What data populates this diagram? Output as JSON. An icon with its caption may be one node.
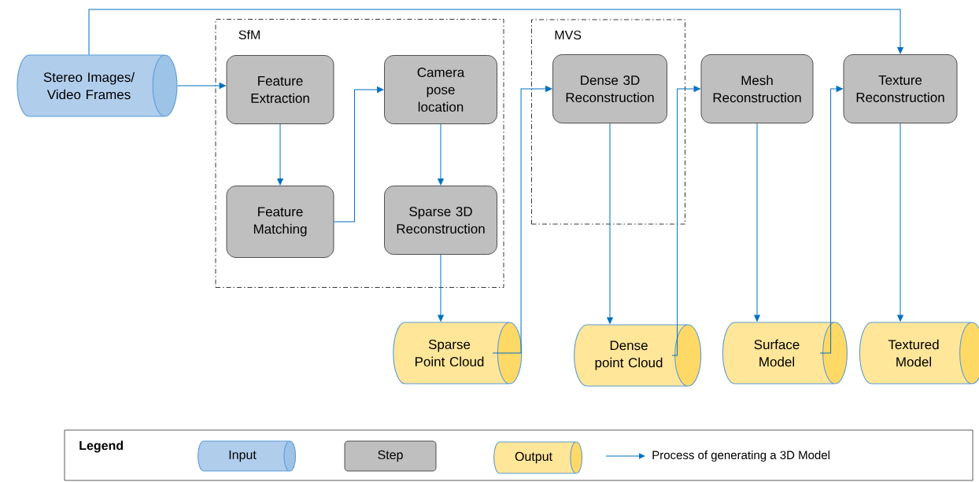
{
  "diagram": {
    "nodes": [
      {
        "text": [
          "Stereo Images/ Video Frames"
        ]
      },
      {
        "text": [
          "SfM"
        ]
      },
      {
        "text": [
          "Feature Extraction"
        ],
        "in": 1
      },
      {
        "text": [
          "Camera pose location"
        ],
        "in": 1
      },
      {
        "text": [
          "Feature Matching"
        ],
        "in": 1
      },
      {
        "text": [
          "Sparse 3D Reconstruction"
        ],
        "in": 1
      },
      {
        "text": [
          "MVS"
        ]
      },
      {
        "text": [
          "Dense 3D Reconstruction"
        ],
        "in": 6
      },
      {
        "text": [
          "Mesh Reconstruction"
        ]
      },
      {
        "text": [
          "Texture Reconstruction"
        ]
      },
      {
        "text": [
          "Sparse Point Cloud"
        ]
      },
      {
        "text": [
          "Dense point Cloud"
        ]
      },
      {
        "text": [
          "Surface Model"
        ]
      },
      {
        "text": [
          "Textured Model"
        ]
      }
    ],
    "edges": [
      {
        "from": 0,
        "to": 2,
        "arrow": "to"
      },
      {
        "from": 0,
        "to": 9,
        "arrow": "to"
      },
      {
        "from": 2,
        "to": 4,
        "arrow": "to"
      },
      {
        "from": 4,
        "to": 3,
        "arrow": "to"
      },
      {
        "from": 3,
        "to": 5,
        "arrow": "to"
      },
      {
        "from": 5,
        "to": 10,
        "arrow": "to"
      },
      {
        "from": 10,
        "to": 7,
        "arrow": "to"
      },
      {
        "from": 7,
        "to": 11,
        "arrow": "to"
      },
      {
        "from": 11,
        "to": 8,
        "arrow": "to"
      },
      {
        "from": 8,
        "to": 12,
        "arrow": "to"
      },
      {
        "from": 12,
        "to": 9,
        "arrow": "to"
      },
      {
        "from": 9,
        "to": 13,
        "arrow": "to"
      }
    ],
    "labels": [
      "Legend"
    ],
    "legend": [
      {
        "text": "Input",
        "color": "#b1cdec"
      },
      {
        "text": "Step",
        "color": "#bfbfbf"
      },
      {
        "text": "Output",
        "color": "#ffe699"
      },
      {
        "text": "Process of generating a 3D Model"
      }
    ]
  }
}
